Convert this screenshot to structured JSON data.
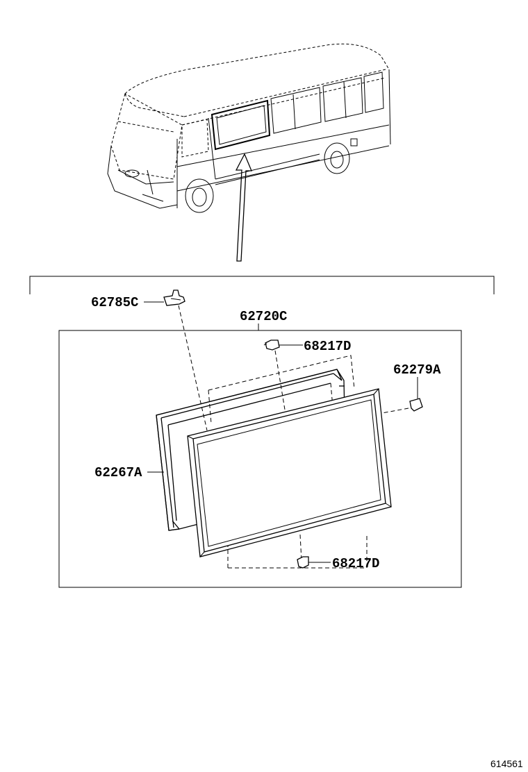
{
  "parts": {
    "retainer_top_left": "62785C",
    "glass_assembly": "62720C",
    "clip_top": "68217D",
    "spacer": "62279A",
    "weatherstrip": "62267A",
    "clip_bottom": "68217D"
  },
  "figure_ref": "614561",
  "icons": [
    "bus-illustration-icon",
    "arrow-up-icon",
    "clip-icon",
    "retainer-icon",
    "spacer-block-icon"
  ]
}
